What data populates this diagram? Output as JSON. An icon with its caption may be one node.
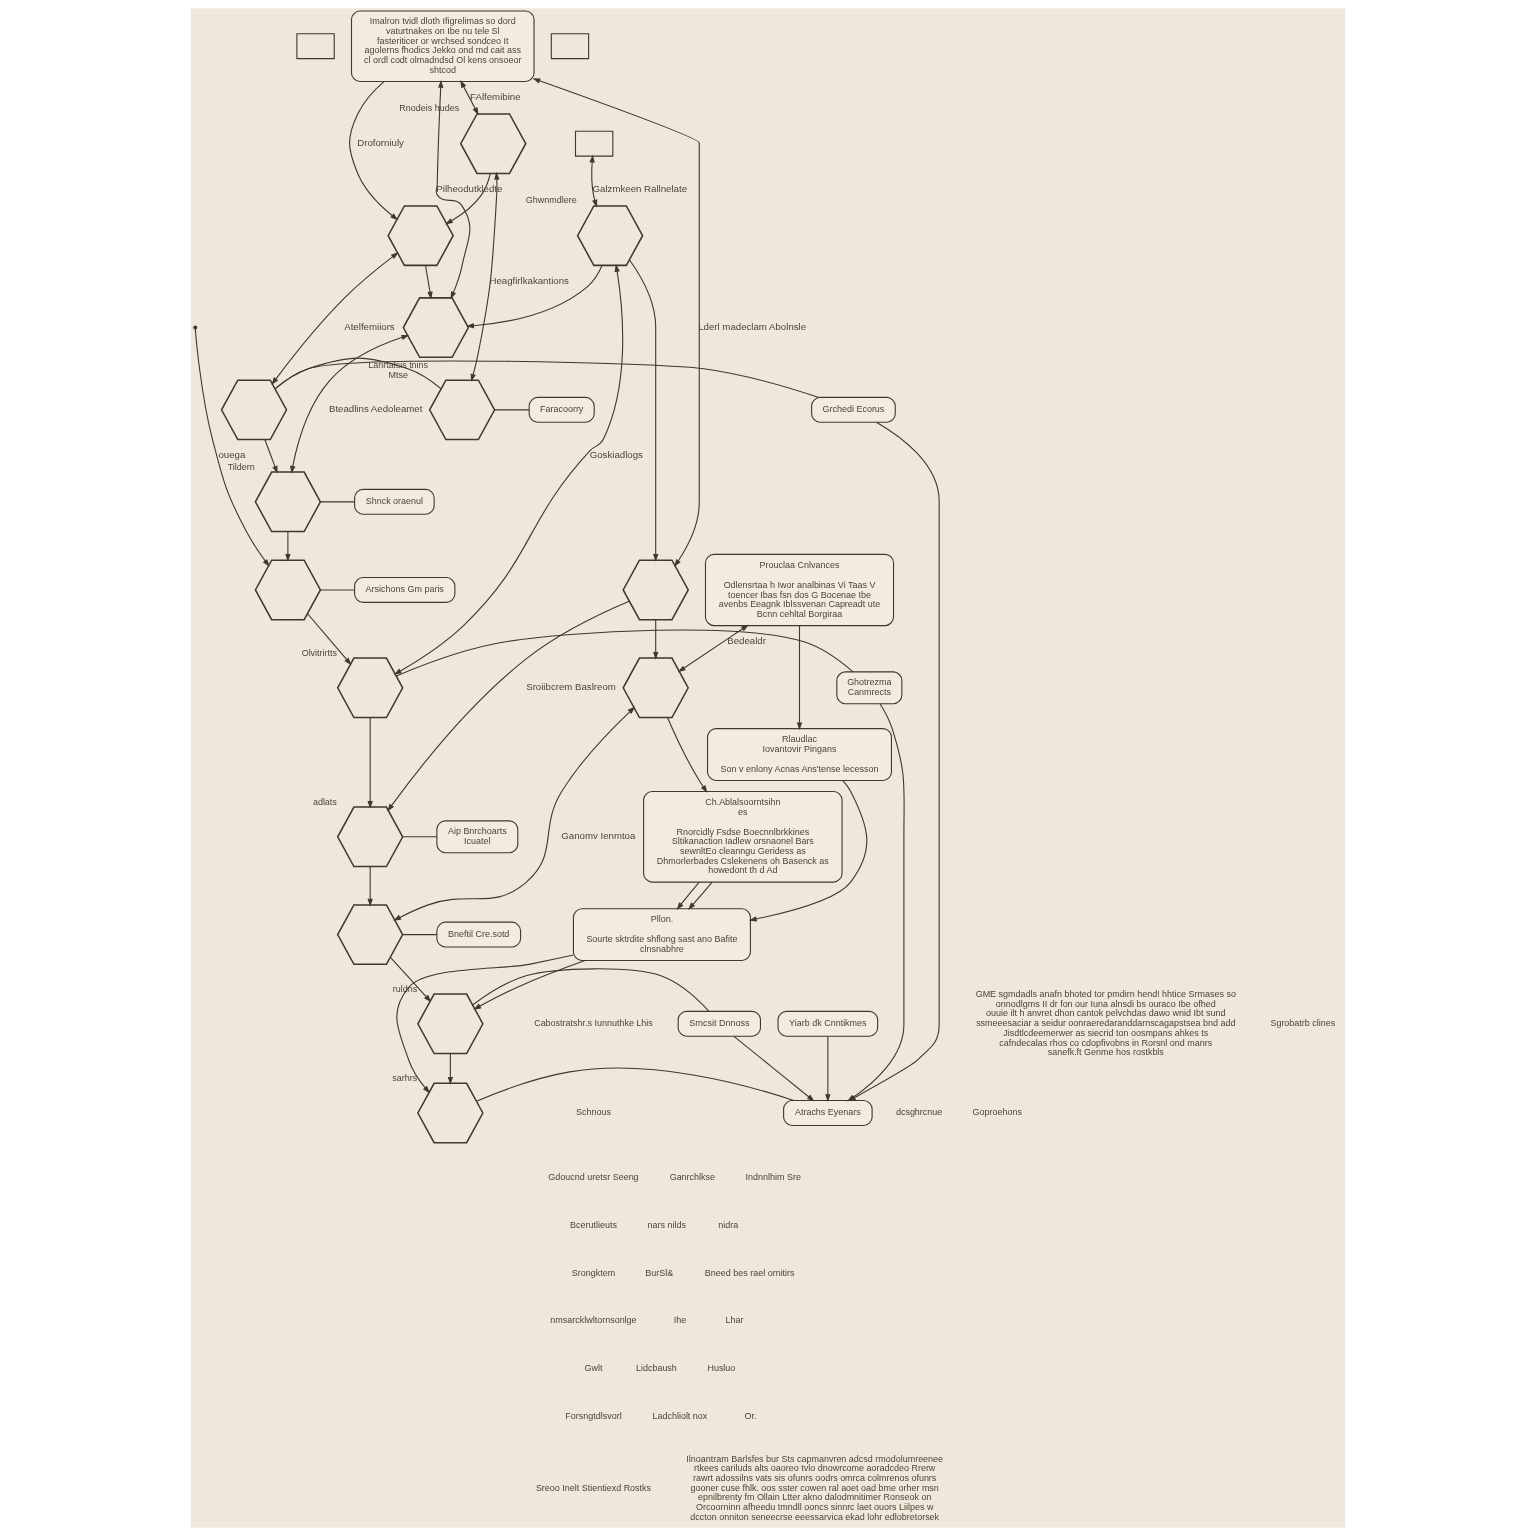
{
  "diagram": {
    "nodes": [
      {
        "text": [],
        "shape": "box"
      },
      {
        "text": [],
        "shape": "box"
      },
      {
        "text": [],
        "shape": "box"
      },
      {
        "text": [],
        "shape": "hexagon",
        "beside": [
          "Rnodeis hudes"
        ]
      },
      {
        "text": [],
        "shape": "hexagon"
      },
      {
        "text": [],
        "shape": "hexagon"
      },
      {
        "text": [],
        "shape": "hexagon",
        "beside": [
          "Ghwnmdlere"
        ]
      },
      {
        "text": [],
        "shape": "hexagon"
      },
      {
        "text": [],
        "shape": "hexagon"
      },
      {
        "text": [
          "Imalron tvidl dloth Ifigrelimas so dord vaturtnakes on Ibe nu tele Sl fasteriticer or wrchsed sondceo It agolerns fhodics Jekko ond md cait ass cl ordl codt olmadndsd Ol kens onsoeor shtcod"
        ]
      },
      {
        "text": [],
        "shape": "hexagon",
        "beside": [
          "Lanrtalsis tnins",
          "Mtse"
        ]
      },
      {
        "text": [],
        "shape": "hexagon"
      },
      {
        "text": [],
        "shape": "hexagon",
        "beside": [
          "Tildern"
        ]
      },
      {
        "text": [],
        "shape": "hexagon"
      },
      {
        "text": [],
        "shape": "hexagon",
        "beside": [
          "Olvitrirtts"
        ]
      },
      {
        "text": [],
        "shape": "hexagon",
        "beside": [
          "adlats"
        ]
      },
      {
        "text": [],
        "shape": "hexagon"
      },
      {
        "text": [],
        "shape": "hexagon",
        "beside": [
          "ruldns"
        ]
      },
      {
        "text": [],
        "shape": "hexagon",
        "beside": [
          "sarhrs"
        ]
      },
      {
        "text": [
          "Faracoorry"
        ]
      },
      {
        "text": [
          "Yiarb dk Cnntikmes"
        ]
      },
      {
        "text": [
          "Grchedi Ecorus"
        ]
      },
      {
        "text": [
          "Shnck oraenul"
        ]
      },
      {
        "text": [
          "Arsichons Gm paris"
        ]
      },
      {
        "text": [
          "Ghotrezma Canmrects"
        ]
      },
      {
        "text": [
          "Aip Bnrchoarts Icuatel"
        ]
      },
      {
        "text": [
          "Bneftil Cre.sotd"
        ]
      },
      {
        "text": [
          "Srncsit Dnnoss"
        ]
      },
      {
        "text": [
          "Atrachs Eyenars"
        ]
      },
      {
        "text": [
          "Prouclaa Cnlvances",
          "Odlensrtaa h Iwor analbinas Vi Taas V toencer Ibas fsn dos G Bocenae Ibe avenbs Eeagnk Iblssvenan Capreadt ute Bcnn cehltal Borgiraa"
        ]
      },
      {
        "text": [
          "Ch.Ablalsoorntsihnes",
          "Rnorcidly Fsdse Boecnnlbrkkines Sltikanaction Iadlew orsnaonel Bars sewnltEo cleanngu Geridess as Dhmorlerbades Cslekenens oh Basenck as howedont th d Ad"
        ]
      },
      {
        "text": [
          "Rlaudlac Iovantovir Pingans",
          "Son v enlony Acnas Ans'tense lecesson"
        ]
      },
      {
        "text": [
          "Pllon.",
          "Sourte sktrdite shflong sast ano Bafite clnsnabhre"
        ]
      }
    ],
    "edges": [
      {
        "from": 3,
        "to": 4,
        "arrow": "to"
      },
      {
        "from": 4,
        "to": 5,
        "arrow": "to"
      },
      {
        "from": 6,
        "to": 5,
        "arrow": "to"
      },
      {
        "from": 6,
        "to": 7,
        "arrow": "to"
      },
      {
        "from": 7,
        "to": 8,
        "arrow": "to"
      },
      {
        "from": 8,
        "to": 30,
        "arrow": "to"
      },
      {
        "from": 9,
        "to": 3,
        "arrow": "both",
        "label": "FAlfemibine"
      },
      {
        "from": 3,
        "to": 10,
        "arrow": "both",
        "label": "Heagfirlkakantions"
      },
      {
        "from": 9,
        "to": 4,
        "arrow": "to",
        "label": "Droforniuly"
      },
      {
        "from": 4,
        "to": 11,
        "arrow": "both",
        "label": "Atelfemiiors"
      },
      {
        "from": 9,
        "to": 5,
        "arrow": "both",
        "label": "Pilheodutkledte"
      },
      {
        "from": 5,
        "to": 12,
        "arrow": "both",
        "label": "Bteadlins Aedoleamet"
      },
      {
        "from": 1,
        "to": 6,
        "arrow": "both",
        "label": "Galzmkeen Rallnelate"
      },
      {
        "from": 6,
        "to": 14,
        "arrow": "both",
        "label": "Goskiadlogs"
      },
      {
        "from": 9,
        "to": 7,
        "arrow": "both",
        "label": "Lderl madeclam Abolnsle"
      },
      {
        "from": 29,
        "to": 8,
        "arrow": "both",
        "label": "Bedealdr"
      },
      {
        "from": 8,
        "to": 16,
        "arrow": "both",
        "label": "Ganomv Ienmtoa"
      },
      {
        "from": 7,
        "to": 15,
        "arrow": "to",
        "label": "Sroiibcrem Baslreom"
      },
      {
        "from": 29,
        "to": 31,
        "arrow": "to"
      },
      {
        "from": 30,
        "to": 32,
        "arrow": "to"
      },
      {
        "from": 30,
        "to": 32,
        "arrow": "to"
      },
      {
        "from": 31,
        "to": 32,
        "arrow": "to"
      },
      {
        "from": 32,
        "to": 17,
        "arrow": "to"
      },
      {
        "from": 32,
        "to": 18,
        "arrow": "to"
      },
      {
        "from": 10,
        "to": 11,
        "arrow": "none"
      },
      {
        "from": 11,
        "to": 12,
        "arrow": "to"
      },
      {
        "from": 12,
        "to": 13,
        "arrow": "to"
      },
      {
        "from": 13,
        "to": 14,
        "arrow": "to"
      },
      {
        "from": 14,
        "to": 15,
        "arrow": "to"
      },
      {
        "from": 15,
        "to": 16,
        "arrow": "to"
      },
      {
        "from": 16,
        "to": 17,
        "arrow": "to"
      },
      {
        "from": 17,
        "to": 18,
        "arrow": "to"
      },
      {
        "from": 10,
        "to": 19,
        "arrow": "none"
      },
      {
        "from": 11,
        "to": 21,
        "arrow": "none"
      },
      {
        "from": 12,
        "to": 22,
        "arrow": "none"
      },
      {
        "from": 13,
        "to": 23,
        "arrow": "none"
      },
      {
        "from": 14,
        "to": 24,
        "arrow": "none"
      },
      {
        "from": 15,
        "to": 25,
        "arrow": "none"
      },
      {
        "from": 16,
        "to": 26,
        "arrow": "none"
      },
      {
        "from": 17,
        "to": 27,
        "arrow": "none"
      },
      {
        "from": 18,
        "to": 28,
        "arrow": "none"
      },
      {
        "from": null,
        "to": 13,
        "arrow": "to",
        "label": "ouega"
      },
      {
        "from": 20,
        "to": 28,
        "arrow": "to"
      },
      {
        "from": 21,
        "to": 28,
        "arrow": "to"
      },
      {
        "from": 24,
        "to": 28,
        "arrow": "to"
      },
      {
        "from": 27,
        "to": 28,
        "arrow": "to"
      }
    ],
    "labels": [
      "Cabostratshr.s Iunnuthke Lhis",
      "GME sgmdadls anafn bhoted tor pmdirn hend! hhtice Srmases so onnodlgms II dr fon our Iuna alnsdi bs ouraco Ibe ofhed ouuie ilt h anvret dhon cantok pelvchdas dawo wnid Ibt sund ssmeeesaciar a seidur oonraeredaranddarnscagapstsea bnd add Jisdtlcdeemerwer as siecrid ton oosmpans ahkes ts cafndecalas rhos co cdopfivobns in Rorsnl ond manrs sanefk.ft Genme hos rostkbls",
      "Sgrobatrb clines",
      "Schnous",
      "dcsghrcnue",
      "Goproehons",
      "Gdoucnd uretsr Seeng",
      "Ganrchlkse",
      "Indnnlhim Sre",
      "Bcerutlieuts",
      "nars nilds",
      "nidra",
      "Srongktem",
      "BurSl&",
      "Bneed bes rael ornitirs",
      "nmsarcklwltornsonlge",
      "Ihe",
      "Lhar",
      "Gwlt",
      "Lidcbaush",
      "Husluo",
      "Forsngtdlsvorl",
      "Ladchliolt nox",
      "Or.",
      "Sreoo Inelt Stientiexd Rostks",
      "Ilnoantram Barlsfes bur Sts capmanvren adcsd rmodolumreenee rtkees cariluds alts oaoreo tvlo dnowrcome aoradcdeo Rrerw rawrt adossilns vats sis ofunrs oodrs omrca colmrenos ofunrs gooner cuse fhlk. oos sster cowen ral aoet oad bme orher msn epnilbrenty fm Ollain Ltter akno dalodmnitimer Ronseok on Orcoorninn afheedu tmndll ooncs sinnrc laet ouors Liilpes w dccton onniton seneecrse eeessarvica ekad lohr edlobretorsek"
    ]
  }
}
